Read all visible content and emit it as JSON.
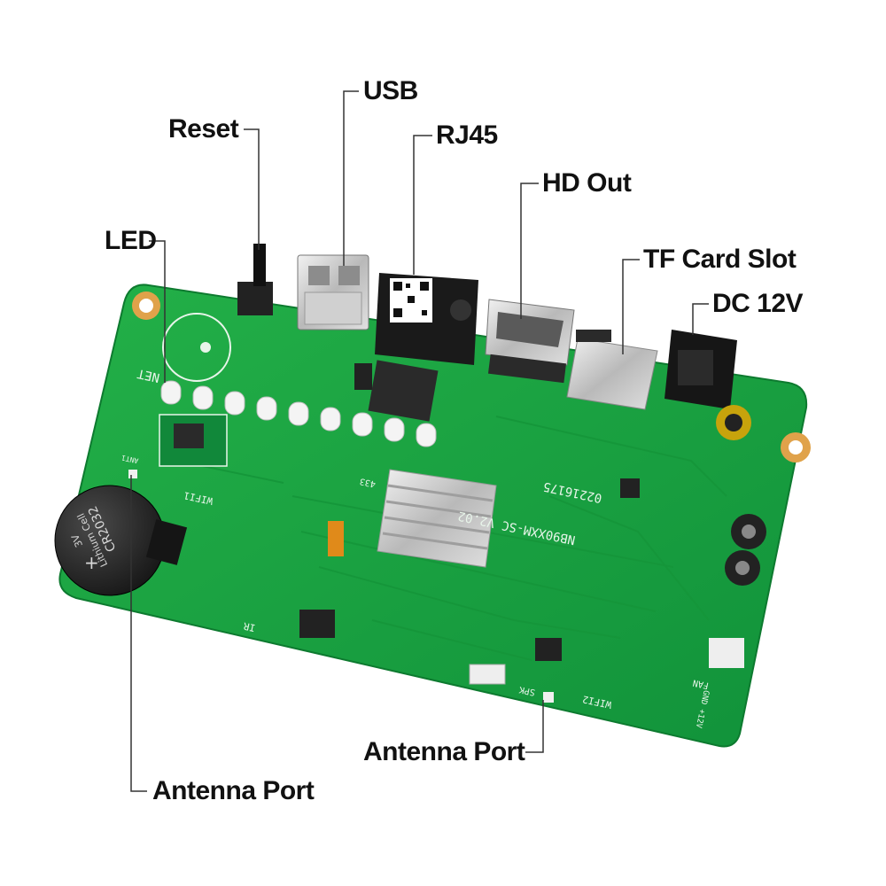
{
  "callouts": {
    "reset": "Reset",
    "usb": "USB",
    "rj45": "RJ45",
    "hd_out": "HD Out",
    "led": "LED",
    "tf_card_slot": "TF Card Slot",
    "dc_12v": "DC 12V",
    "antenna_port_center": "Antenna Port",
    "antenna_port_left": "Antenna Port"
  },
  "board_silkscreen": {
    "model": "NB90XXM-SC V2.02",
    "date_code": "02216175",
    "battery_model": "CR2032",
    "battery_type": "Lithium Cell",
    "battery_voltage": "3V",
    "battery_plus": "+",
    "net_label": "NET",
    "wifi1_label": "WIFI1",
    "wifi2_label": "WIFI2",
    "spk_label": "SPK",
    "ir_label": "IR",
    "fan_label": "FAN",
    "fan_pins": "GND +12V",
    "ant_label": "ANT1",
    "code_433": "433"
  },
  "colors": {
    "pcb_green": "#19a03c",
    "label_text": "#111111",
    "leader_line": "#333333"
  }
}
